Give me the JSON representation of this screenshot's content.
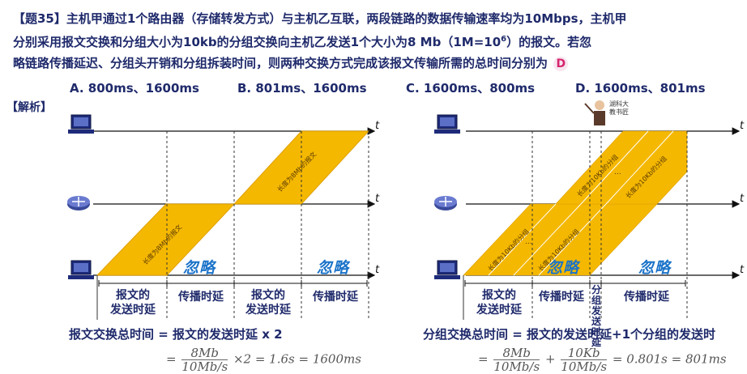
{
  "question": {
    "number": "【题35】",
    "line1": "主机甲通过1个路由器（存储转发方式）与主机乙互联，两段链路的数据传输速率均为10Mbps，主机甲",
    "line2a": "分别采用报文交换和分组大小为10kb的分组交换向主机乙发送1个大小为8 Mb（1M=10",
    "line2_exp": "6",
    "line2b": "）的报文。若忽",
    "line3": "略链路传播延迟、分组头开销和分组拆装时间，则两种交换方式完成该报文传输所需的总时间分别为",
    "answer": "D"
  },
  "options": [
    {
      "label": "A. 800ms、1600ms"
    },
    {
      "label": "B. 801ms、1600ms"
    },
    {
      "label": "C. 1600ms、800ms"
    },
    {
      "label": "D. 1600ms、801ms"
    }
  ],
  "analysis_label": "【解析】",
  "left_diagram": {
    "axis_t": "t",
    "band_lower_text": "长度为8Mb的报文",
    "band_upper_text": "长度为8Mb的报文",
    "ignore_1": "忽略",
    "ignore_2": "忽略",
    "seg_1": "报文的\n发送时延",
    "seg_2": "传播时延",
    "seg_3": "报文的\n发送时延",
    "seg_4": "传播时延",
    "total": "报文交换总时间 = 报文的发送时延 x 2",
    "formula_eq": "=",
    "formula_num": "8Mb",
    "formula_den": "10Mb/s",
    "formula_rest": "×2  =  1.6s  =  1600ms"
  },
  "right_diagram": {
    "axis_t": "t",
    "packet_text": "长度为10Kb的分组",
    "dots": "...",
    "ignore_1": "忽略",
    "ignore_2": "忽略",
    "seg_1": "报文的\n发送时延",
    "seg_2": "传播时延",
    "seg_3": "分组\n发送\n时延",
    "seg_4": "传播时延",
    "total": "分组交换总时间 = 报文的发送时延+1个分组的发送时",
    "formula_eq": "=",
    "frac1_num": "8Mb",
    "frac1_den": "10Mb/s",
    "plus": "+",
    "frac2_num": "10Kb",
    "frac2_den": "10Mb/s",
    "formula_rest": "=  0.801s  =  801ms"
  },
  "teacher": {
    "label_1": "湖科大",
    "label_2": "教书匠"
  },
  "colors": {
    "band": "#f5b800",
    "band_stroke": "#e0a000",
    "text": "#1f2a6b",
    "ignore": "#1b73c9",
    "answer": "#d6246d"
  }
}
